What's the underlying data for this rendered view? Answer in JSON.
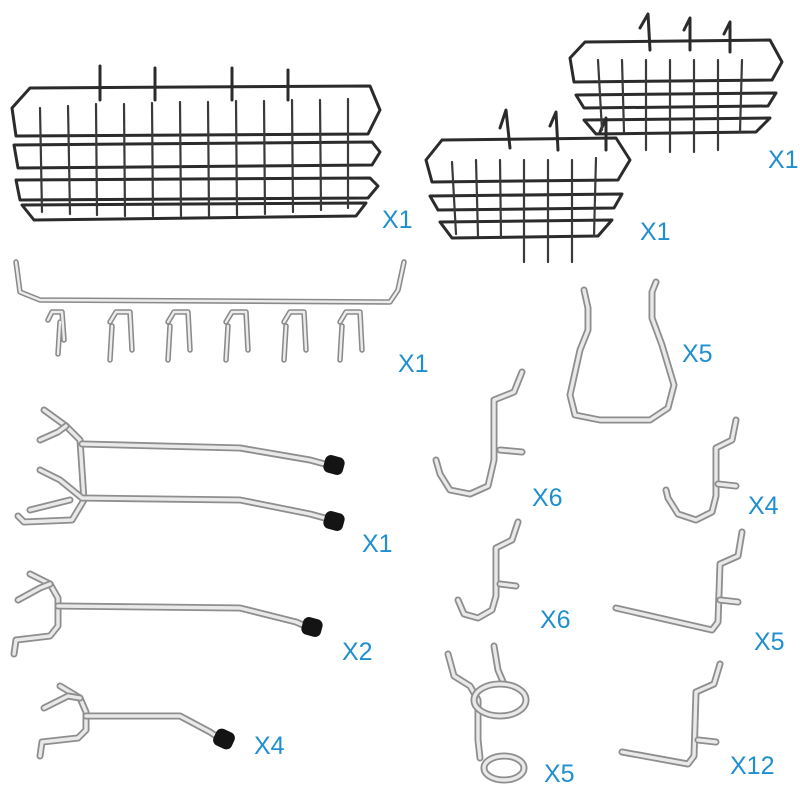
{
  "theme": {
    "label_color": "#1f8fd0",
    "basket_color": "#2b2b2b",
    "steel_color": "#c8c8c8",
    "cap_color": "#141414"
  },
  "items": [
    {
      "name": "large-wire-basket",
      "qty": "X1"
    },
    {
      "name": "small-wire-basket-front",
      "qty": "X1"
    },
    {
      "name": "small-wire-basket-back",
      "qty": "X1"
    },
    {
      "name": "multi-hook-rack",
      "qty": "X1"
    },
    {
      "name": "handle-hook",
      "qty": "X5"
    },
    {
      "name": "double-prong-hook",
      "qty": "X1"
    },
    {
      "name": "j-hook-large",
      "qty": "X6"
    },
    {
      "name": "j-hook-small",
      "qty": "X4"
    },
    {
      "name": "straight-hook-long",
      "qty": "X2"
    },
    {
      "name": "j-hook-medium",
      "qty": "X6"
    },
    {
      "name": "angled-hook",
      "qty": "X5"
    },
    {
      "name": "straight-hook-short",
      "qty": "X4"
    },
    {
      "name": "ring-hook",
      "qty": "X5"
    },
    {
      "name": "l-hook",
      "qty": "X12"
    }
  ]
}
